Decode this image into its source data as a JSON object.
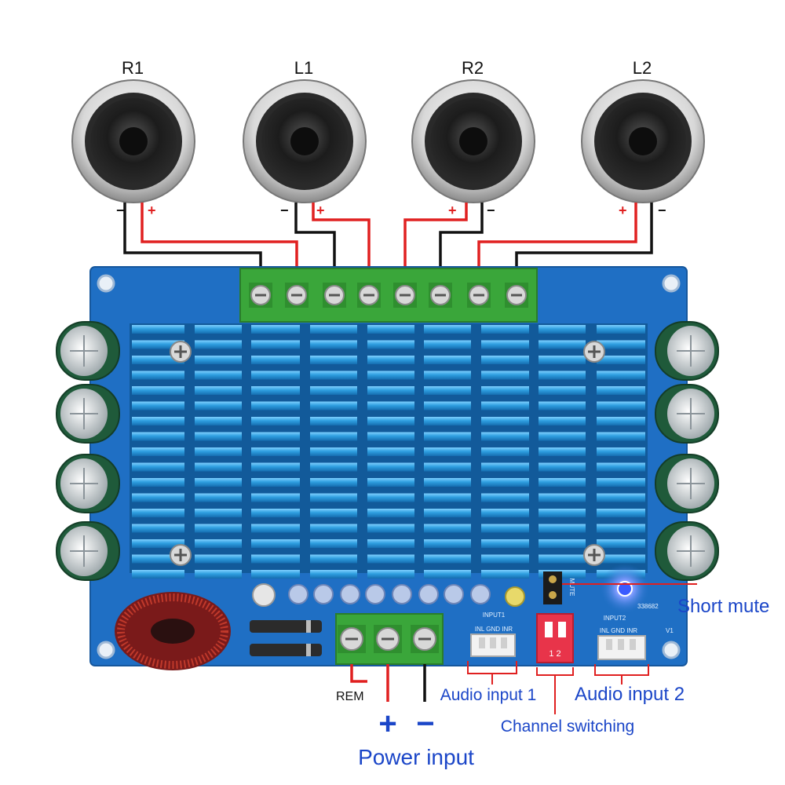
{
  "speakers": [
    {
      "label": "R1",
      "left_sign": "−",
      "right_sign": "+"
    },
    {
      "label": "L1",
      "left_sign": "−",
      "right_sign": "+"
    },
    {
      "label": "R2",
      "left_sign": "+",
      "right_sign": "−"
    },
    {
      "label": "L2",
      "left_sign": "+",
      "right_sign": "−"
    }
  ],
  "board": {
    "silk_input1": "INPUT1",
    "silk_input2": "INPUT2",
    "silk_lgr1": "INL GND INR",
    "silk_lgr2": "INL GND INR",
    "silk_mute": "MUTE",
    "silk_version": "V1",
    "silk_id": "338682",
    "dip_numbers": "1  2"
  },
  "labels": {
    "short_mute": "Short mute",
    "rem": "REM",
    "plus": "+",
    "minus": "−",
    "power_input": "Power input",
    "audio_input_1": "Audio input 1",
    "audio_input_2": "Audio input 2",
    "channel_switching": "Channel switching"
  },
  "colors": {
    "board": "#1f6fc4",
    "heatsink": "#2f9fe0",
    "wire_red": "#e02020",
    "wire_black": "#111111",
    "terminal_green": "#3aa63a",
    "label_blue": "#1b46c8",
    "dip_red": "#e8344a",
    "led_blue": "#3a5bff"
  },
  "icons": {
    "speaker": "speaker-icon",
    "capacitor": "capacitor-icon",
    "inductor": "toroid-inductor-icon",
    "screw": "screw-terminal-icon"
  }
}
